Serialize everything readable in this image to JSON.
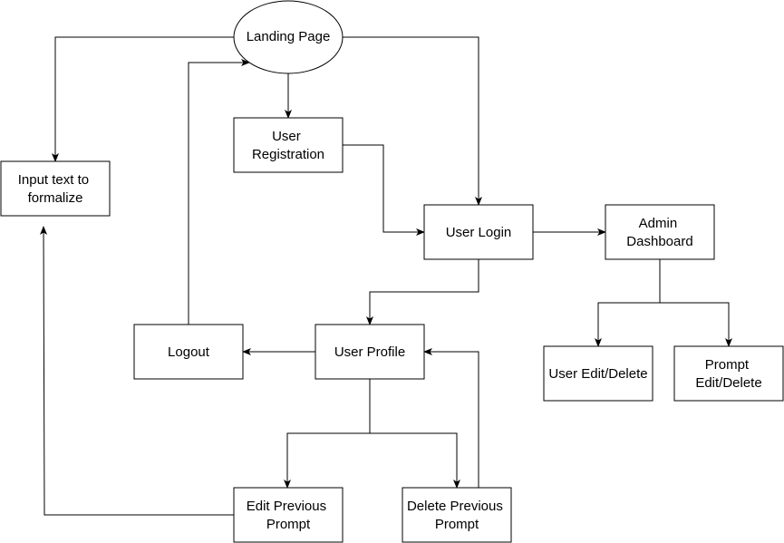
{
  "diagram": {
    "nodes": {
      "landing_page": {
        "lines": [
          "Landing Page"
        ]
      },
      "user_registration": {
        "lines": [
          "User",
          "Registration"
        ]
      },
      "input_text": {
        "lines": [
          "Input text to",
          "formalize"
        ]
      },
      "user_login": {
        "lines": [
          "User Login"
        ]
      },
      "admin_dashboard": {
        "lines": [
          "Admin",
          "Dashboard"
        ]
      },
      "logout": {
        "lines": [
          "Logout"
        ]
      },
      "user_profile": {
        "lines": [
          "User Profile"
        ]
      },
      "user_edit_delete": {
        "lines": [
          "User Edit/Delete"
        ]
      },
      "prompt_edit_delete": {
        "lines": [
          "Prompt",
          "Edit/Delete"
        ]
      },
      "edit_previous_prompt": {
        "lines": [
          "Edit Previous",
          "Prompt"
        ]
      },
      "delete_previous_prompt": {
        "lines": [
          "Delete Previous",
          "Prompt"
        ]
      }
    },
    "edges": [
      {
        "from": "landing_page",
        "to": "input_text"
      },
      {
        "from": "landing_page",
        "to": "user_registration"
      },
      {
        "from": "landing_page",
        "to": "user_login"
      },
      {
        "from": "user_registration",
        "to": "user_login"
      },
      {
        "from": "user_login",
        "to": "admin_dashboard"
      },
      {
        "from": "user_login",
        "to": "user_profile"
      },
      {
        "from": "admin_dashboard",
        "to": "user_edit_delete"
      },
      {
        "from": "admin_dashboard",
        "to": "prompt_edit_delete"
      },
      {
        "from": "user_profile",
        "to": "logout"
      },
      {
        "from": "user_profile",
        "to": "edit_previous_prompt"
      },
      {
        "from": "user_profile",
        "to": "delete_previous_prompt"
      },
      {
        "from": "delete_previous_prompt",
        "to": "user_profile"
      },
      {
        "from": "edit_previous_prompt",
        "to": "input_text"
      },
      {
        "from": "logout",
        "to": "landing_page"
      }
    ]
  }
}
